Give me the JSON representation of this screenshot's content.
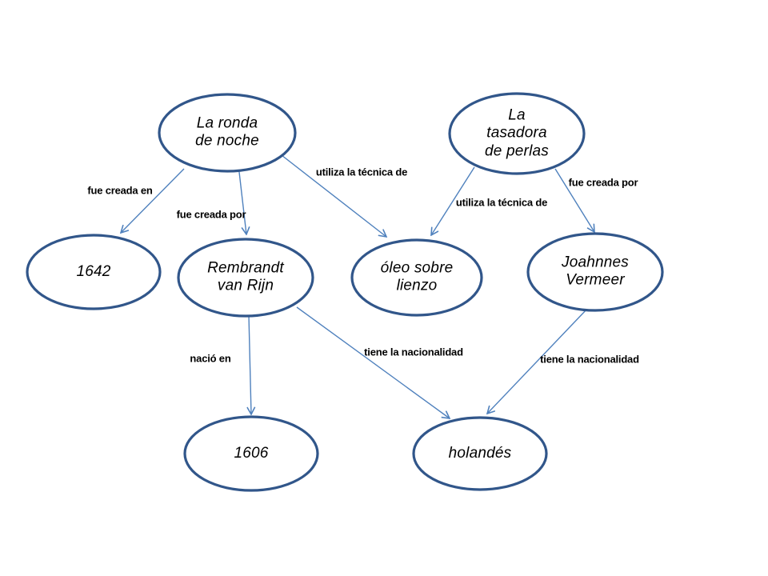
{
  "diagram": {
    "type": "knowledge-graph",
    "background": "#ffffff",
    "colors": {
      "node_border": "#31568A",
      "node_fill": "#ffffff",
      "connector": "#4F81BD",
      "text": "#000000"
    },
    "nodes": [
      {
        "id": "la-ronda-de-noche",
        "label": "La ronda\nde noche"
      },
      {
        "id": "la-tasadora-de-perlas",
        "label": "La\ntasadora\nde perlas"
      },
      {
        "id": "1642",
        "label": "1642"
      },
      {
        "id": "rembrandt-van-rijn",
        "label": "Rembrandt\nvan Rijn"
      },
      {
        "id": "oleo-sobre-lienzo",
        "label": "óleo sobre\nlienzo"
      },
      {
        "id": "joahnnes-vermeer",
        "label": "Joahnnes\nVermeer"
      },
      {
        "id": "1606",
        "label": "1606"
      },
      {
        "id": "holandes",
        "label": "holandés"
      }
    ],
    "edges": [
      {
        "from": "La ronda de noche",
        "to": "1642",
        "label": "fue creada en"
      },
      {
        "from": "La ronda de noche",
        "to": "Rembrandt van Rijn",
        "label": "fue creada por"
      },
      {
        "from": "La ronda de noche",
        "to": "óleo sobre lienzo",
        "label": "utiliza la técnica de"
      },
      {
        "from": "La tasadora de perlas",
        "to": "óleo sobre lienzo",
        "label": "utiliza la técnica de"
      },
      {
        "from": "La tasadora de perlas",
        "to": "Joahnnes Vermeer",
        "label": "fue creada por"
      },
      {
        "from": "Rembrandt van Rijn",
        "to": "1606",
        "label": "nació en"
      },
      {
        "from": "Rembrandt van Rijn",
        "to": "holandés",
        "label": "tiene la nacionalidad"
      },
      {
        "from": "Joahnnes Vermeer",
        "to": "holandés",
        "label": "tiene la nacionalidad"
      }
    ]
  }
}
